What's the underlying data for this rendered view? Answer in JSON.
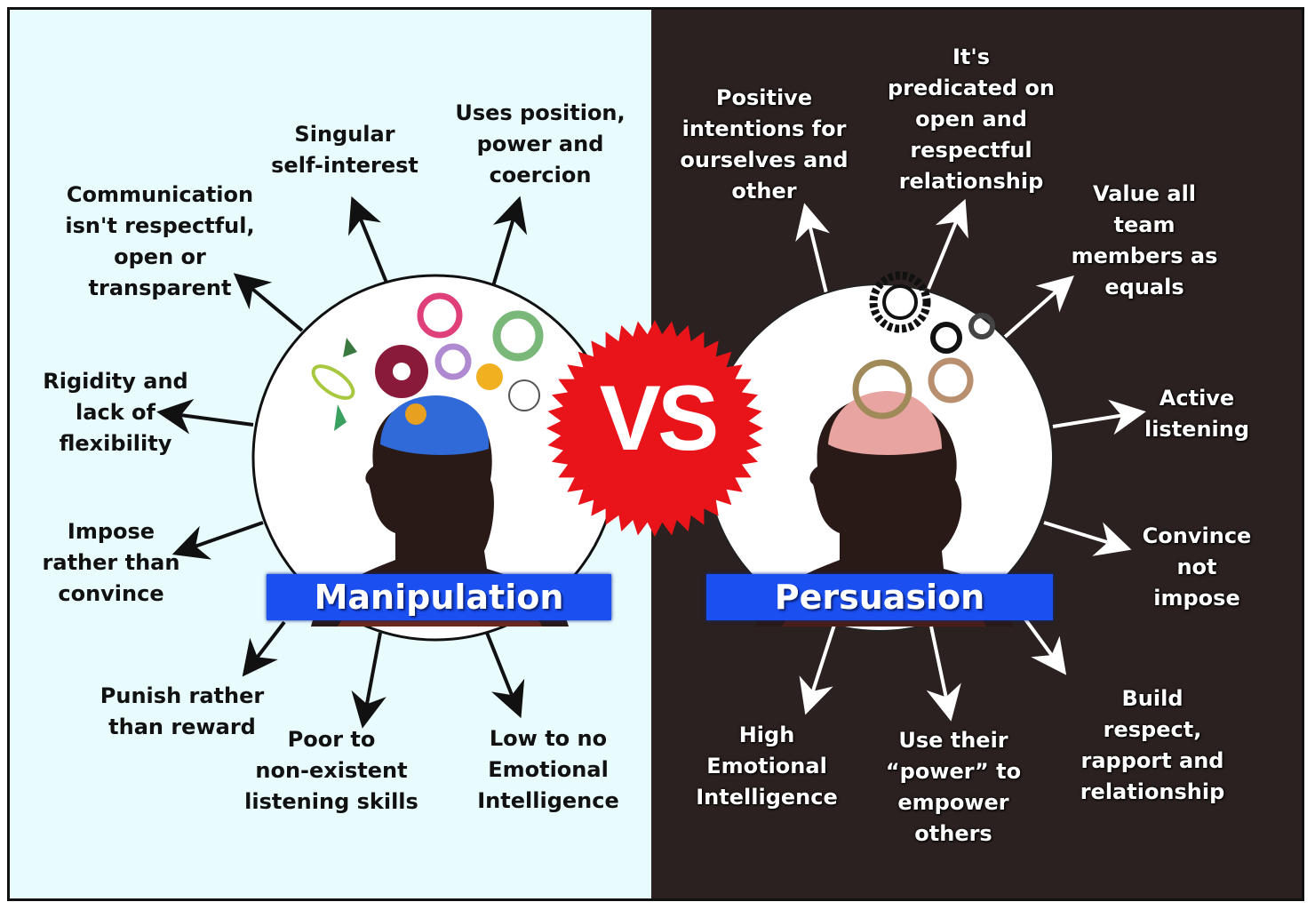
{
  "left": {
    "title": "Manipulation",
    "items": [
      "Singular\nself-interest",
      "Uses position,\npower and\ncoercion",
      "Communication\nisn't respectful,\nopen or\ntransparent",
      "Rigidity and\nlack of\nflexibility",
      "Impose\nrather than\nconvince",
      "Punish rather\nthan reward",
      "Poor to\nnon-existent\nlistening skills",
      "Low to no\nEmotional\nIntelligence"
    ]
  },
  "right": {
    "title": "Persuasion",
    "items": [
      "Positive\nintentions for\nourselves and\nother",
      "It's\npredicated on\nopen and\nrespectful\nrelationship",
      "Value all\nteam\nmembers as\nequals",
      "Active\nlistening",
      "Convince\nnot impose",
      "Build respect,\nrapport and\nrelationship",
      "High\nEmotional\nIntelligence",
      "Use their\n“power” to\nempower\nothers"
    ]
  },
  "vs_label": "VS",
  "colors": {
    "left_bg": "#e8fbfd",
    "right_bg": "#2b2120",
    "banner": "#1b4ff0",
    "vs": "#e8141a"
  }
}
